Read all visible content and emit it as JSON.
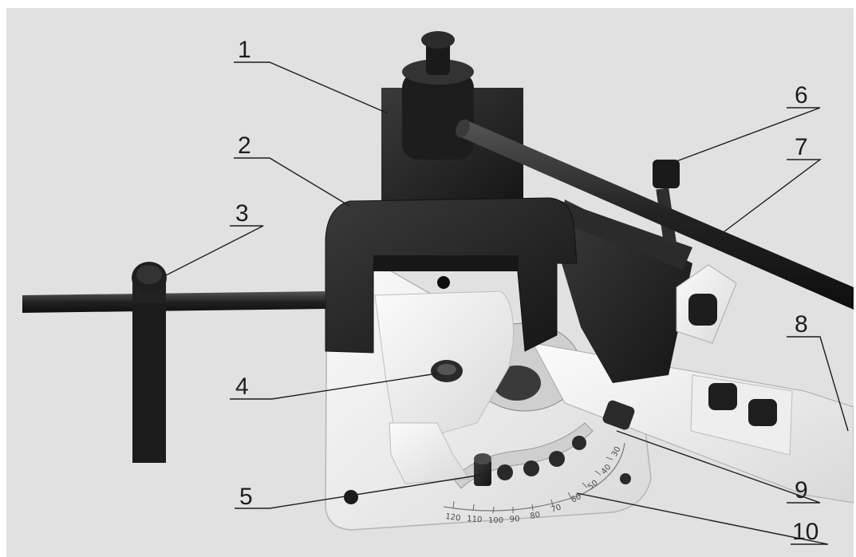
{
  "figure": {
    "callouts": [
      {
        "number": "1"
      },
      {
        "number": "2"
      },
      {
        "number": "3"
      },
      {
        "number": "4"
      },
      {
        "number": "5"
      },
      {
        "number": "6"
      },
      {
        "number": "7"
      },
      {
        "number": "8"
      },
      {
        "number": "9"
      },
      {
        "number": "10"
      }
    ],
    "angle_scale_labels": [
      "120",
      "110",
      "100",
      "90",
      "80",
      "70",
      "60",
      "50",
      "40",
      "30"
    ],
    "colors": {
      "background": "#e1e1e1",
      "metal_dark": "#2a2a2a",
      "base_white": "#f2f2f2"
    }
  }
}
